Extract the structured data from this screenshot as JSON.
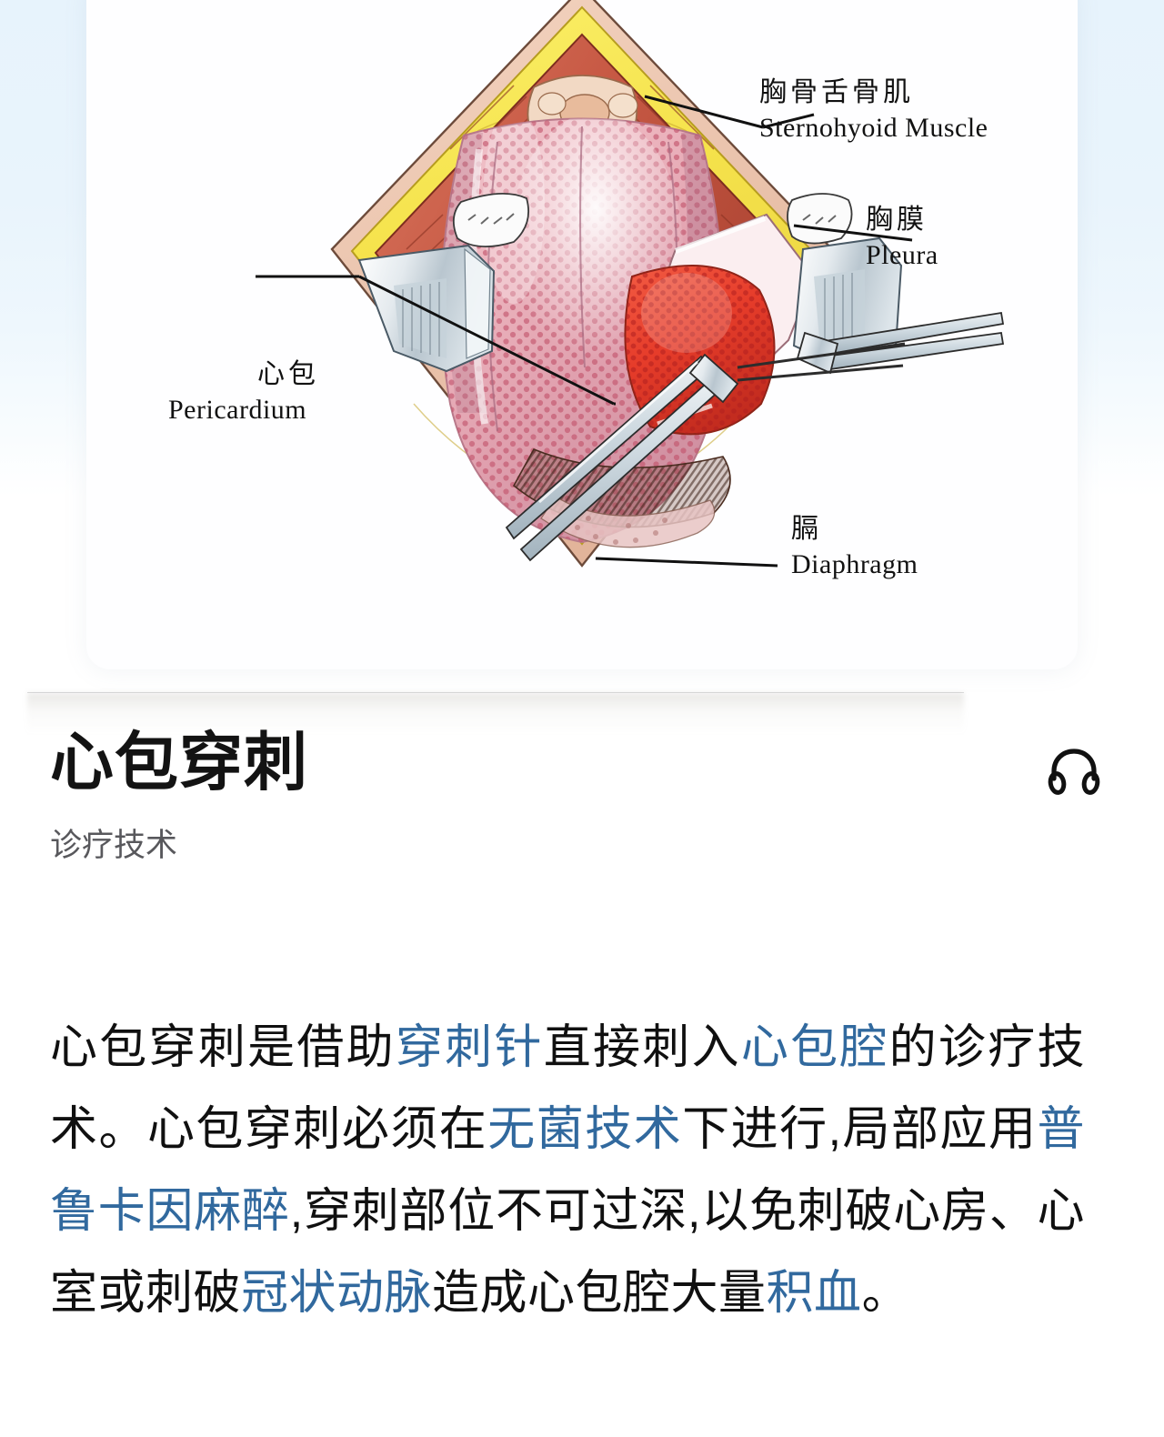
{
  "theme": {
    "background_top": "#e7f3fc",
    "background_bottom": "#ffffff",
    "card_background": "#fefeff",
    "title_color": "#131313",
    "subtitle_color": "#58585c",
    "body_color": "#101010",
    "link_color": "#31699e"
  },
  "media_card": {
    "illustration": {
      "name": "pericardiocentesis-surgical-anatomy",
      "description": "Watercolor surgical illustration of an opened anterior thoracic incision showing retracted tissue layers, the pericardium and the heart",
      "labels": [
        {
          "id": "sternohyoid",
          "zh": "胸骨舌骨肌",
          "en": "Sternohyoid  Muscle"
        },
        {
          "id": "pleura",
          "zh": "胸膜",
          "en": "Pleura"
        },
        {
          "id": "pericardium",
          "zh": "心包",
          "en": "Pericardium"
        },
        {
          "id": "diaphragm",
          "zh": "膈",
          "en": "Diaphragm"
        }
      ]
    }
  },
  "header": {
    "title": "心包穿刺",
    "subtitle": "诊疗技术",
    "audio_icon": "headphones-icon"
  },
  "article": {
    "paragraph_segments": [
      {
        "text": "心包穿刺是借助",
        "link": false
      },
      {
        "text": "穿刺针",
        "link": true
      },
      {
        "text": "直接刺入",
        "link": false
      },
      {
        "text": "心包腔",
        "link": true
      },
      {
        "text": "的诊疗技术。心包穿刺必须在",
        "link": false
      },
      {
        "text": "无菌技术",
        "link": true
      },
      {
        "text": "下进行,局部应用",
        "link": false
      },
      {
        "text": "普鲁卡因麻醉",
        "link": true
      },
      {
        "text": ",穿刺部位不可过深,以免刺破心房、心室或刺破",
        "link": false
      },
      {
        "text": "冠状动脉",
        "link": true
      },
      {
        "text": "造成心包腔大量",
        "link": false
      },
      {
        "text": "积血",
        "link": true
      },
      {
        "text": "。",
        "link": false
      }
    ],
    "plain_text": "心包穿刺是借助穿刺针直接刺入心包腔的诊疗技术。心包穿刺必须在无菌技术下进行,局部应用普鲁卡因麻醉,穿刺部位不可过深,以免刺破心房、心室或刺破冠状动脉造成心包腔大量积血。"
  }
}
